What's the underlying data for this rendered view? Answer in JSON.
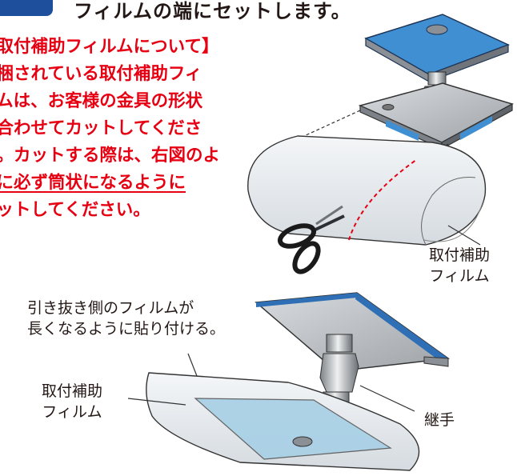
{
  "step": {
    "instruction_text": "フィルムの端にセットします。"
  },
  "note": {
    "lines": [
      "【取付補助フィルムについて】",
      "同梱されている取付補助フィ",
      "ルムは、お客様の金具の形状",
      "に合わせてカットしてくださ",
      "い。カットする際は、右図のよ",
      "うに必ず筒状になるように",
      "カットしてください。"
    ]
  },
  "labels": {
    "film_top_line1": "取付補助",
    "film_top_line2": "フィルム",
    "pull_side_line1": "引き抜き側のフィルムが",
    "pull_side_line2": "長くなるように貼り付ける。",
    "film_bottom_line1": "取付補助",
    "film_bottom_line2": "フィルム",
    "joint": "継手"
  },
  "colors": {
    "accent_blue": "#1d4f9c",
    "note_red": "#e60012",
    "plate_blue": "#3f8fd2",
    "plate_gray": "#b8bcc0",
    "film": "#e8ecef"
  }
}
